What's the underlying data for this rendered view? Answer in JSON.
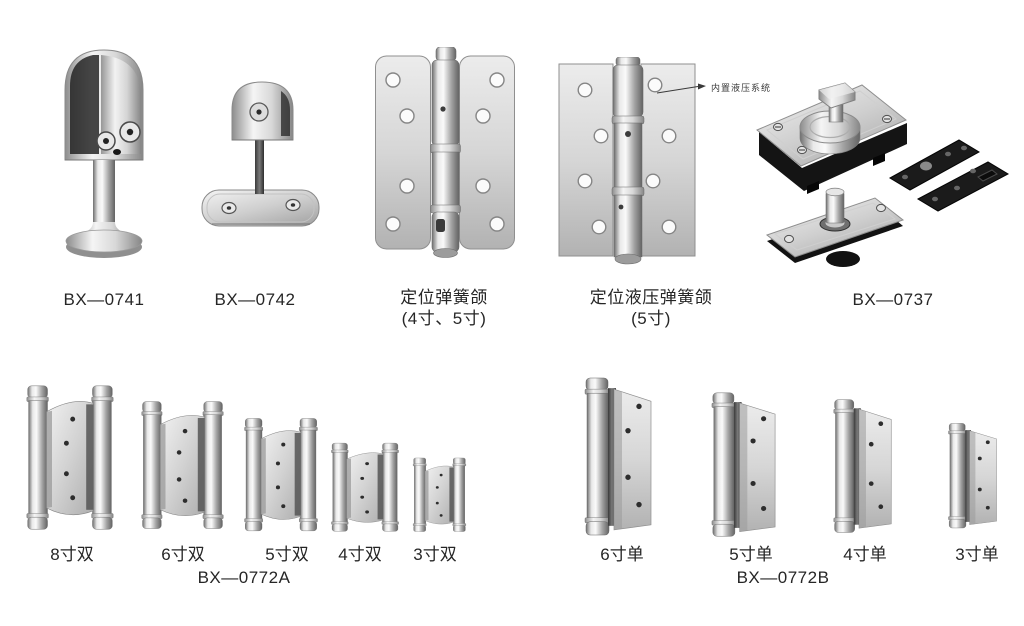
{
  "page": {
    "background": "#ffffff",
    "text_color": "#262626"
  },
  "colors": {
    "metal_light": "#f5f5f5",
    "metal_mid": "#c9c9c9",
    "metal_dark": "#6e6e6e",
    "hardware_black": "#141414"
  },
  "top_row": {
    "products": [
      {
        "caption": "BX—0741"
      },
      {
        "caption": "BX—0742"
      },
      {
        "caption_line1": "定位弹簧颌",
        "caption_line2": "(4寸、5寸)"
      },
      {
        "caption_line1": "定位液压弹簧颌",
        "caption_line2": "(5寸)",
        "annotation": "内置液压系统"
      },
      {
        "caption": "BX—0737"
      }
    ]
  },
  "bottom_left_group": {
    "model": "BX—0772A",
    "items": [
      {
        "label": "8寸双"
      },
      {
        "label": "6寸双"
      },
      {
        "label": "5寸双"
      },
      {
        "label": "4寸双"
      },
      {
        "label": "3寸双"
      }
    ]
  },
  "bottom_right_group": {
    "model": "BX—0772B",
    "items": [
      {
        "label": "6寸单"
      },
      {
        "label": "5寸单"
      },
      {
        "label": "4寸单"
      },
      {
        "label": "3寸单"
      }
    ]
  }
}
